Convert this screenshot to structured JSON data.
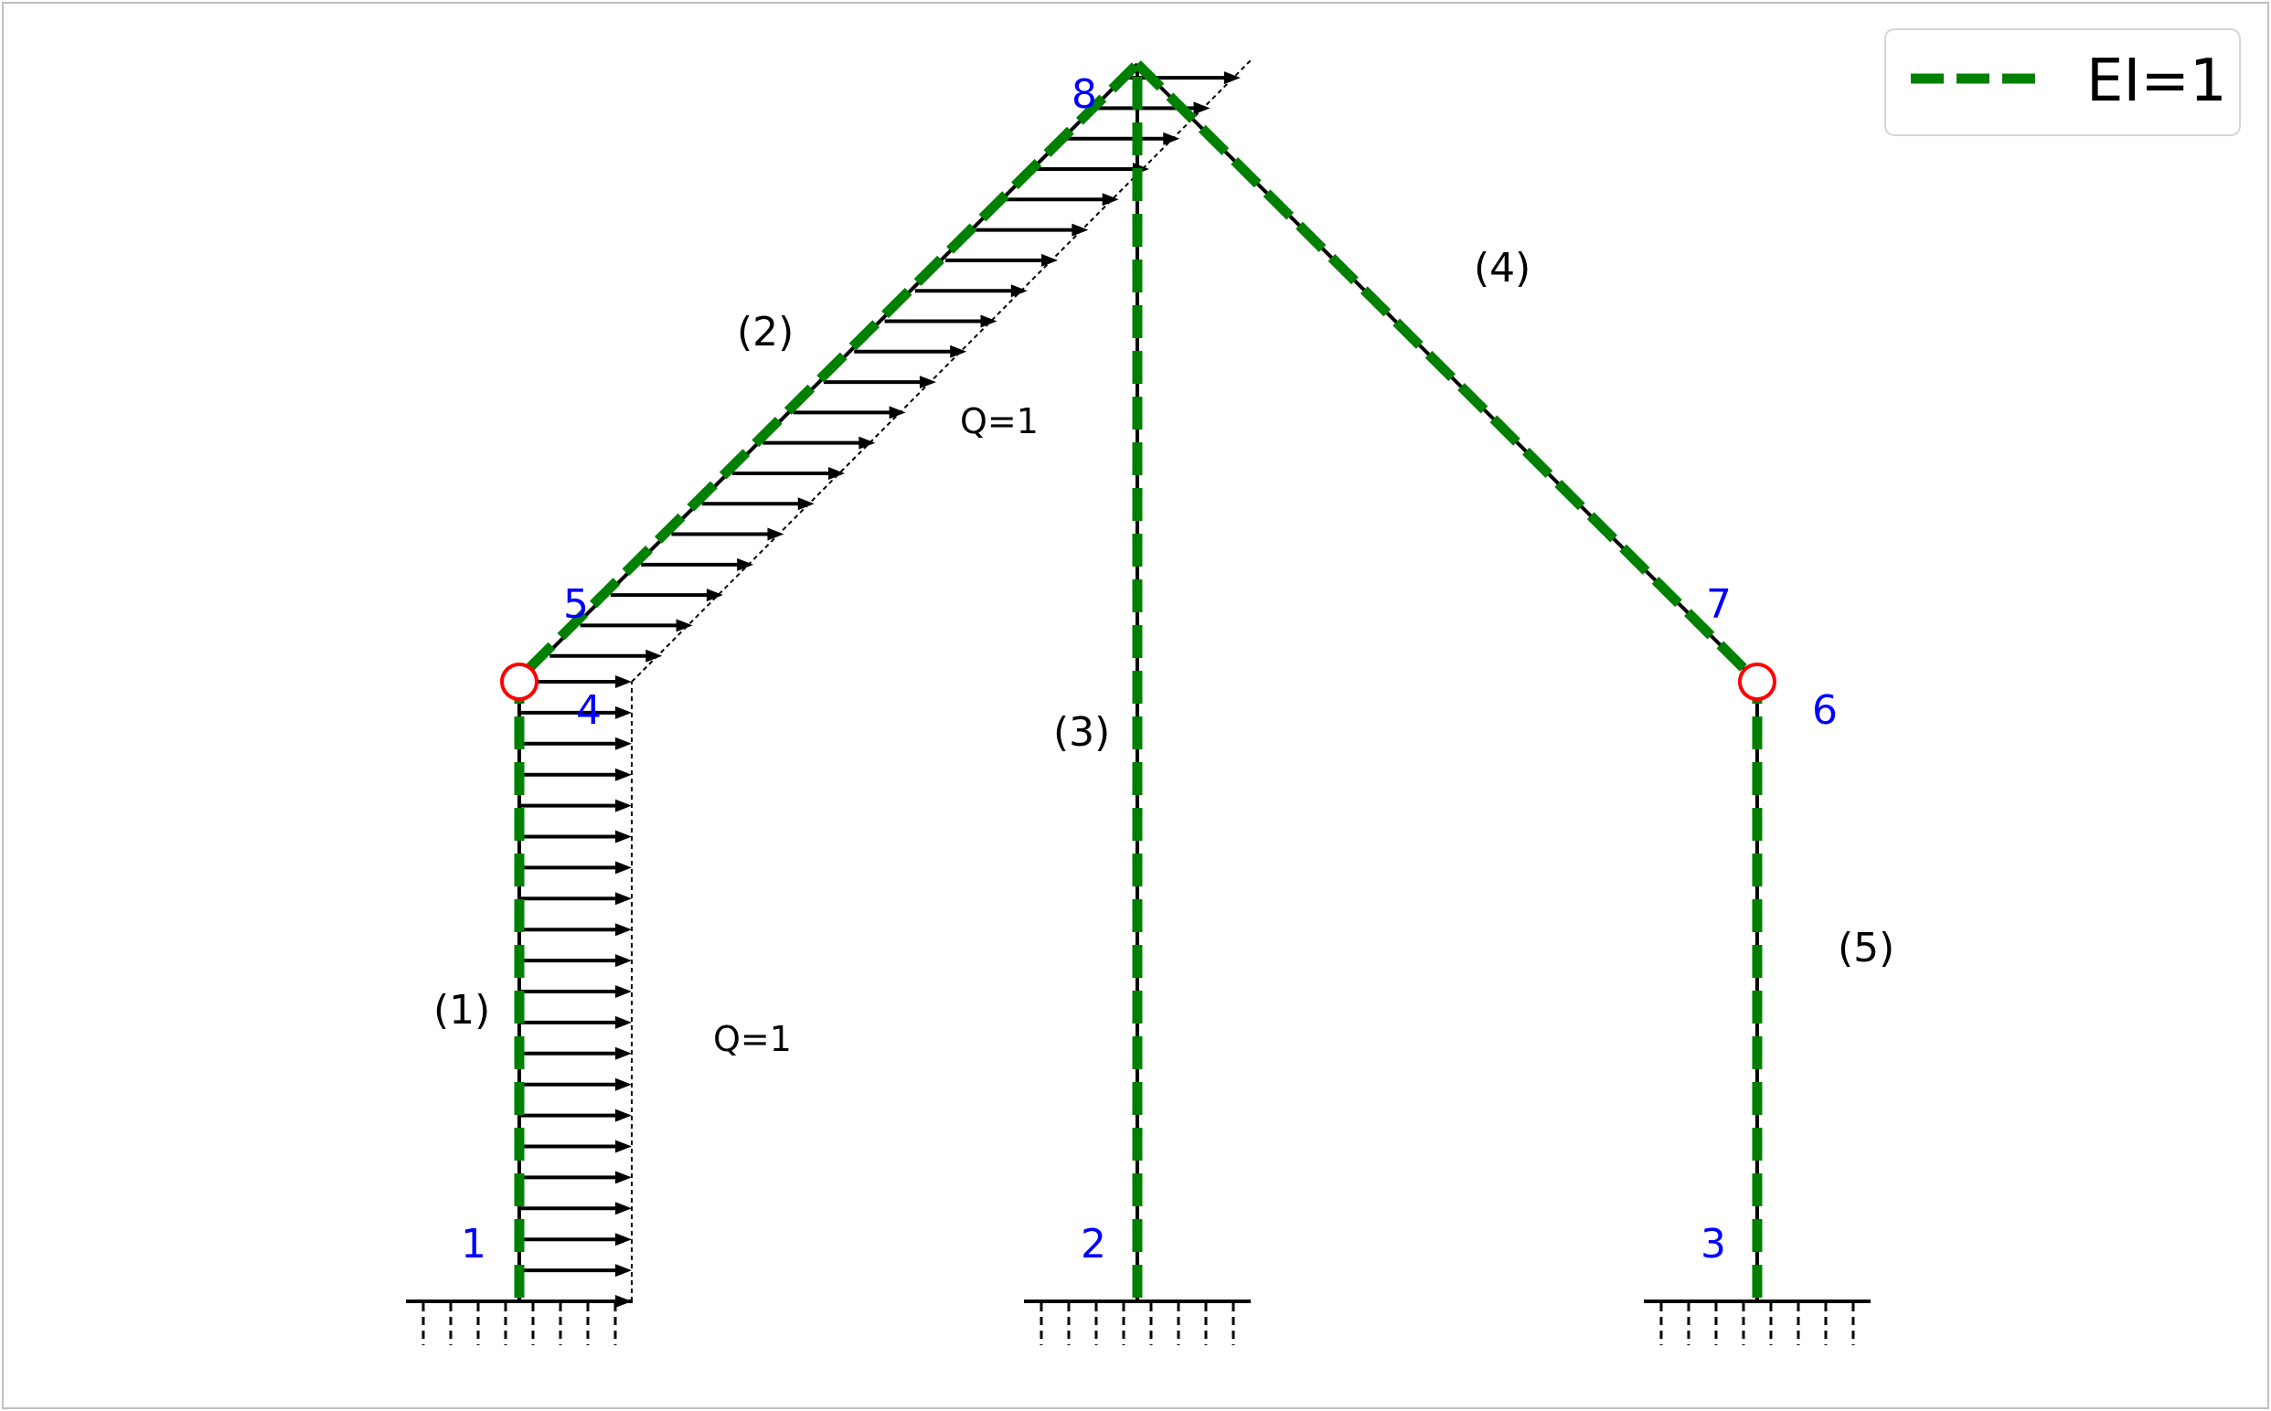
{
  "diagram": {
    "nodes": [
      {
        "id": "1",
        "label": "1"
      },
      {
        "id": "2",
        "label": "2"
      },
      {
        "id": "3",
        "label": "3"
      },
      {
        "id": "4",
        "label": "4"
      },
      {
        "id": "5",
        "label": "5"
      },
      {
        "id": "6",
        "label": "6"
      },
      {
        "id": "7",
        "label": "7"
      },
      {
        "id": "8",
        "label": "8"
      }
    ],
    "members": [
      {
        "id": "1",
        "label": "(1)"
      },
      {
        "id": "2",
        "label": "(2)"
      },
      {
        "id": "3",
        "label": "(3)"
      },
      {
        "id": "4",
        "label": "(4)"
      },
      {
        "id": "5",
        "label": "(5)"
      }
    ],
    "loads": [
      {
        "member": "1",
        "label": "Q=1"
      },
      {
        "member": "2",
        "label": "Q=1"
      }
    ],
    "legend": {
      "label": "EI=1",
      "color": "#008000",
      "position": "top-right"
    },
    "colors": {
      "member": "#000000",
      "stiffness_overlay": "#008000",
      "node_label": "#0000ff",
      "hinge": "#ff0000",
      "load_arrow": "#000000"
    },
    "supports": [
      {
        "node": "1",
        "type": "fixed"
      },
      {
        "node": "2",
        "type": "fixed"
      },
      {
        "node": "3",
        "type": "fixed"
      }
    ],
    "hinges": [
      {
        "node": "4"
      },
      {
        "node": "6"
      }
    ]
  }
}
